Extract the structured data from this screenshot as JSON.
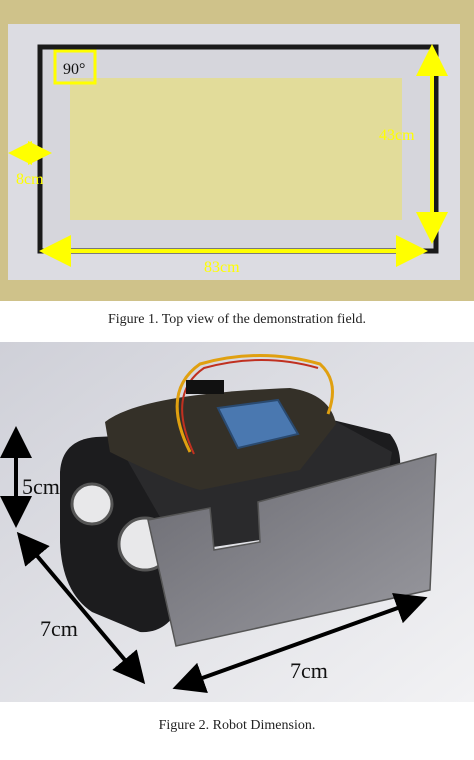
{
  "figure1": {
    "angle_label": "90°",
    "width_label": "83cm",
    "height_label": "43cm",
    "border_label": "8cm",
    "caption": "Figure 1.    Top view of the demonstration field."
  },
  "figure2": {
    "height_label": "5cm",
    "depth_label": "7cm",
    "width_label": "7cm",
    "caption": "Figure 2.    Robot Dimension."
  },
  "colors": {
    "field_yellow": "#e0d898",
    "field_border": "#c8b878",
    "white_band": "#dcdce0",
    "black_line": "#1a1a1a",
    "arrow_yellow": "#ffff00"
  }
}
